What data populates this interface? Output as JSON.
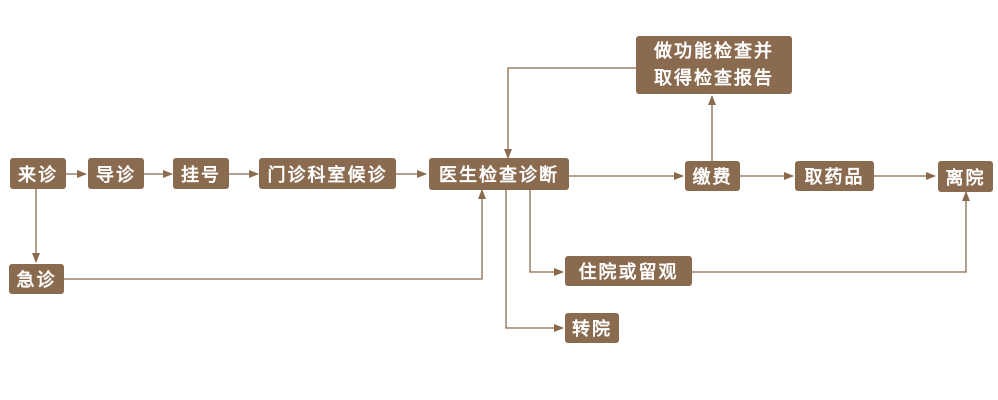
{
  "colors": {
    "node_fill": "#8b6b4f",
    "node_text": "#ffffff",
    "edge": "#8b6b4f"
  },
  "nodes": {
    "laizhen": "来诊",
    "daozhen": "导诊",
    "guahao": "挂号",
    "menzhen": "门诊科室候诊",
    "yisheng": "医生检查诊断",
    "gongneng_line1": "做功能检查并",
    "gongneng_line2": "取得检查报告",
    "jiaofei": "缴费",
    "quyao": "取药品",
    "liyuan": "离院",
    "jizhen": "急诊",
    "zhuyuan": "住院或留观",
    "zhuanyuan": "转院"
  }
}
